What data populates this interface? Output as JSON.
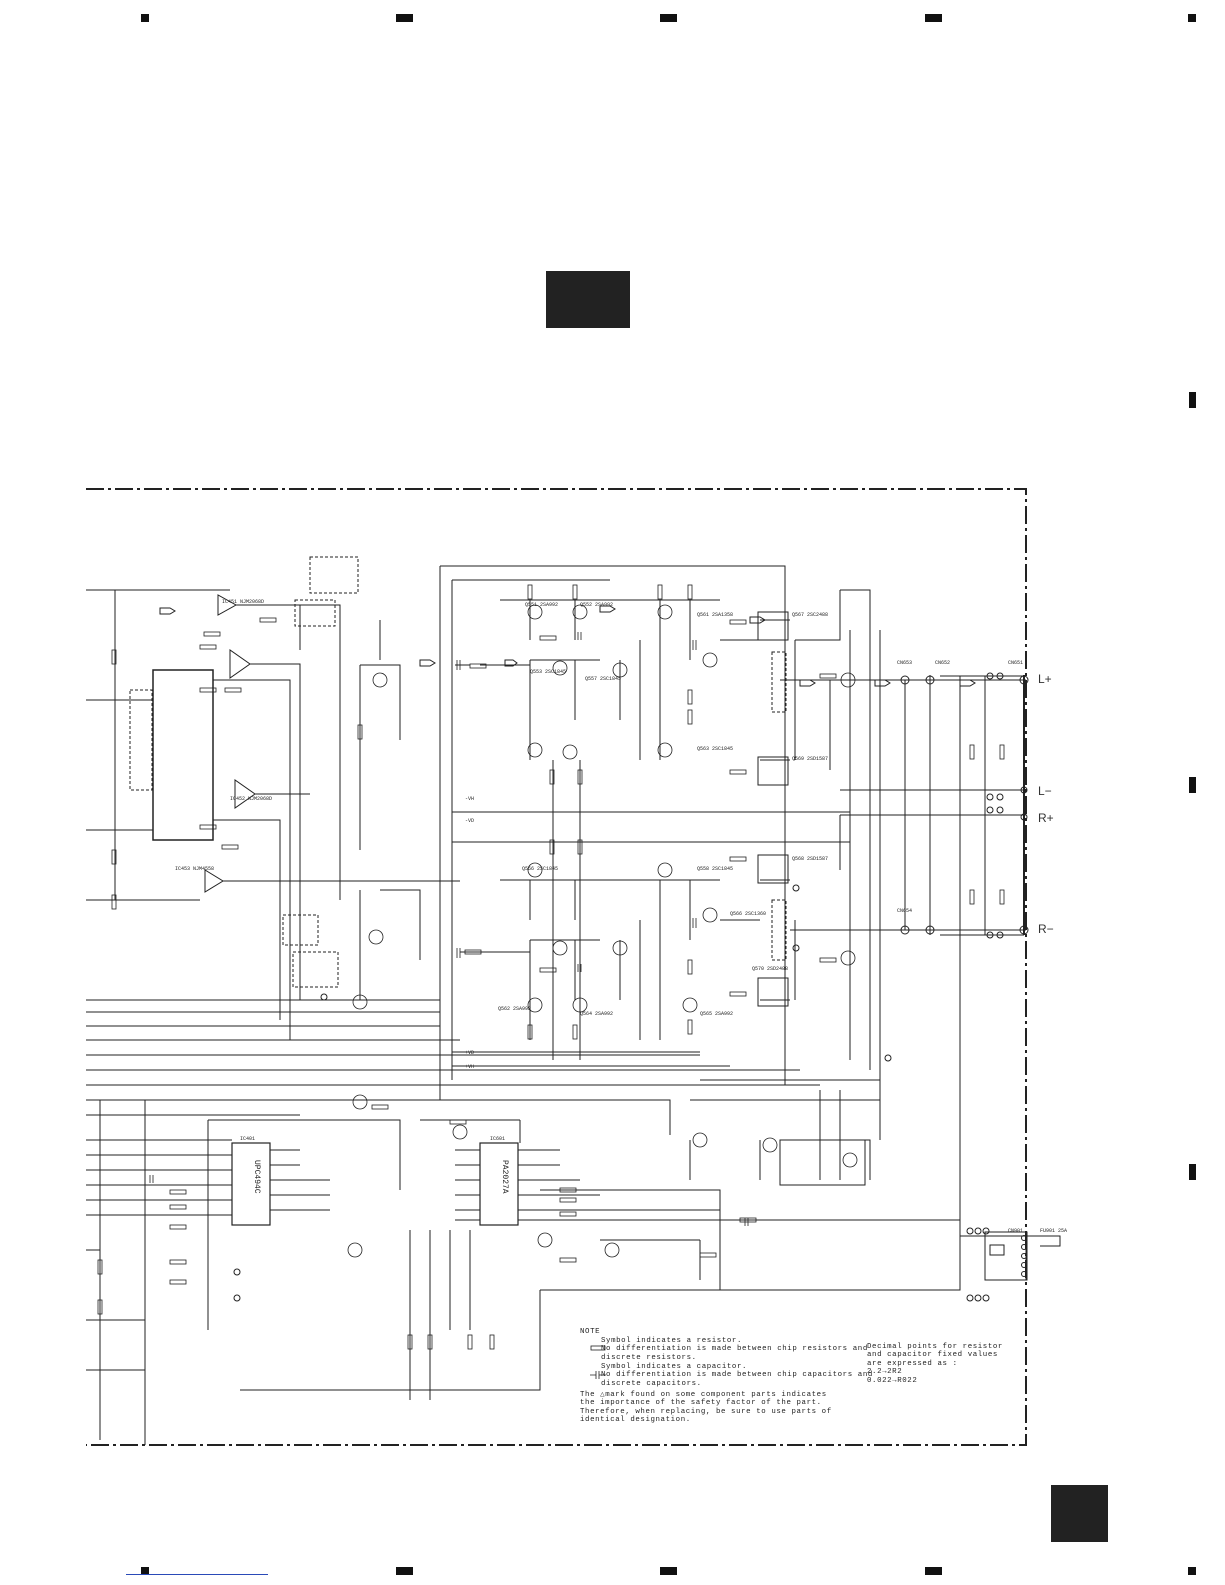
{
  "terminals": {
    "l_plus": "L+",
    "l_minus": "L−",
    "r_plus": "R+",
    "r_minus": "R−"
  },
  "ic": {
    "ic401_name": "IC401",
    "ic401_part": "UPC494C",
    "ic601_name": "IC601",
    "ic601_part": "PA2027A"
  },
  "note": {
    "title": "NOTE",
    "resistor": "Symbol indicates a resistor.\nNo differentiation is made between chip resistors and\ndiscrete resistors.",
    "capacitor": "Symbol indicates a capacitor.\nNo differentiation is made between chip capacitors and\ndiscrete capacitors.",
    "safety": "The △mark found on some component parts indicates\nthe importance of the safety factor of the part.\nTherefore, when replacing, be sure to use parts of\nidentical designation.",
    "decimal": "Decimal points for resistor\nand capacitor fixed values\nare expressed as :\n2.2→2R2\n0.022→R022"
  },
  "labels": {
    "cn651": "CN651",
    "cn652": "CN652",
    "cn653": "CN653",
    "cn654": "CN654",
    "cn901": "CN901",
    "fuse": "FU901 25A",
    "q551": "Q551 2SA992",
    "q552": "Q552 2SA992",
    "q553": "Q553 2SC1845",
    "q557": "Q557 2SC1845",
    "q561": "Q561 2SA1358",
    "q563": "Q563 2SC1845",
    "q567": "Q567 2SC2488",
    "q569": "Q569 2SD1587",
    "q568": "Q568 2SD1587",
    "q570": "Q570 2SD2488",
    "q556": "Q556 2SC1845",
    "q558": "Q558 2SC1845",
    "q562": "Q562 2SA992",
    "q564": "Q564 2SA992",
    "q565": "Q565 2SA992",
    "q566": "Q566 2SC1360",
    "ic451": "IC451 NJM2068D",
    "ic452": "IC452 NJM2068D",
    "ic453": "IC453 NJM4558",
    "plus_vd": "+VD",
    "minus_vd": "-VD",
    "plus_vh": "+VH",
    "minus_vh": "-VH"
  }
}
